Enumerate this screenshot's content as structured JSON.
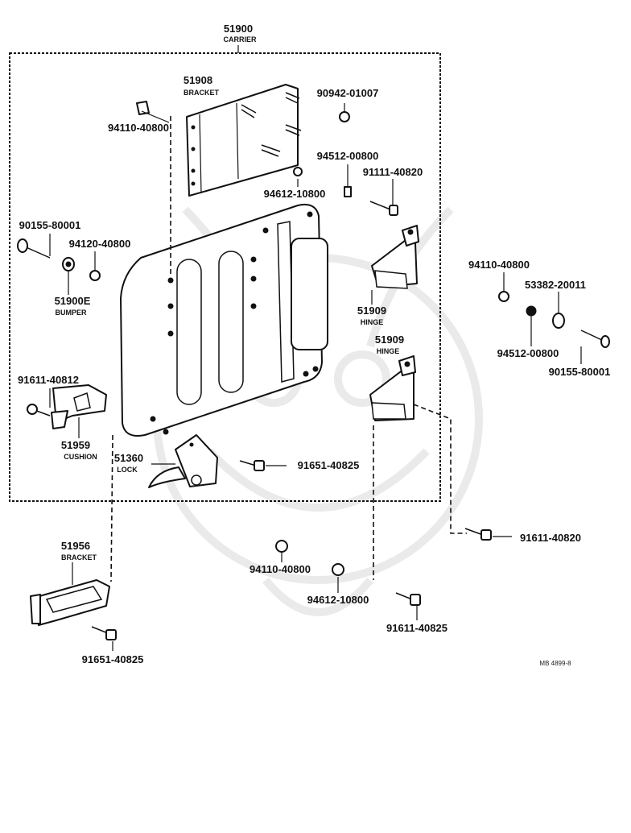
{
  "diagram": {
    "drawing_code": "MB 4899-8",
    "parts": [
      {
        "key": "carrier",
        "number": "51900",
        "name": "CARRIER"
      },
      {
        "key": "bracket_upper",
        "number": "51908",
        "name": "BRACKET"
      },
      {
        "key": "bolt_90942",
        "number": "90942-01007",
        "name": ""
      },
      {
        "key": "nut_94110_a",
        "number": "94110-40800",
        "name": ""
      },
      {
        "key": "washer_94512_a",
        "number": "94512-00800",
        "name": ""
      },
      {
        "key": "bolt_91111",
        "number": "91111-40820",
        "name": ""
      },
      {
        "key": "nut_94612_a",
        "number": "94612-10800",
        "name": ""
      },
      {
        "key": "bolt_90155_a",
        "number": "90155-80001",
        "name": ""
      },
      {
        "key": "nut_94120",
        "number": "94120-40800",
        "name": ""
      },
      {
        "key": "bumper",
        "number": "51900E",
        "name": "BUMPER"
      },
      {
        "key": "hinge_upper",
        "number": "51909",
        "name": "HINGE"
      },
      {
        "key": "nut_94110_b",
        "number": "94110-40800",
        "name": ""
      },
      {
        "key": "washer_53382",
        "number": "53382-20011",
        "name": ""
      },
      {
        "key": "washer_94512_b",
        "number": "94512-00800",
        "name": ""
      },
      {
        "key": "bolt_90155_b",
        "number": "90155-80001",
        "name": ""
      },
      {
        "key": "hinge_lower",
        "number": "51909",
        "name": "HINGE"
      },
      {
        "key": "bolt_91611_a",
        "number": "91611-40812",
        "name": ""
      },
      {
        "key": "cushion",
        "number": "51959",
        "name": "CUSHION"
      },
      {
        "key": "lock",
        "number": "51360",
        "name": "LOCK"
      },
      {
        "key": "bolt_91651_a",
        "number": "91651-40825",
        "name": ""
      },
      {
        "key": "bolt_91611_b",
        "number": "91611-40820",
        "name": ""
      },
      {
        "key": "bracket_lower",
        "number": "51956",
        "name": "BRACKET"
      },
      {
        "key": "nut_94110_c",
        "number": "94110-40800",
        "name": ""
      },
      {
        "key": "nut_94612_b",
        "number": "94612-10800",
        "name": ""
      },
      {
        "key": "bolt_91611_c",
        "number": "91611-40825",
        "name": ""
      },
      {
        "key": "bolt_91651_b",
        "number": "91651-40825",
        "name": ""
      }
    ]
  }
}
